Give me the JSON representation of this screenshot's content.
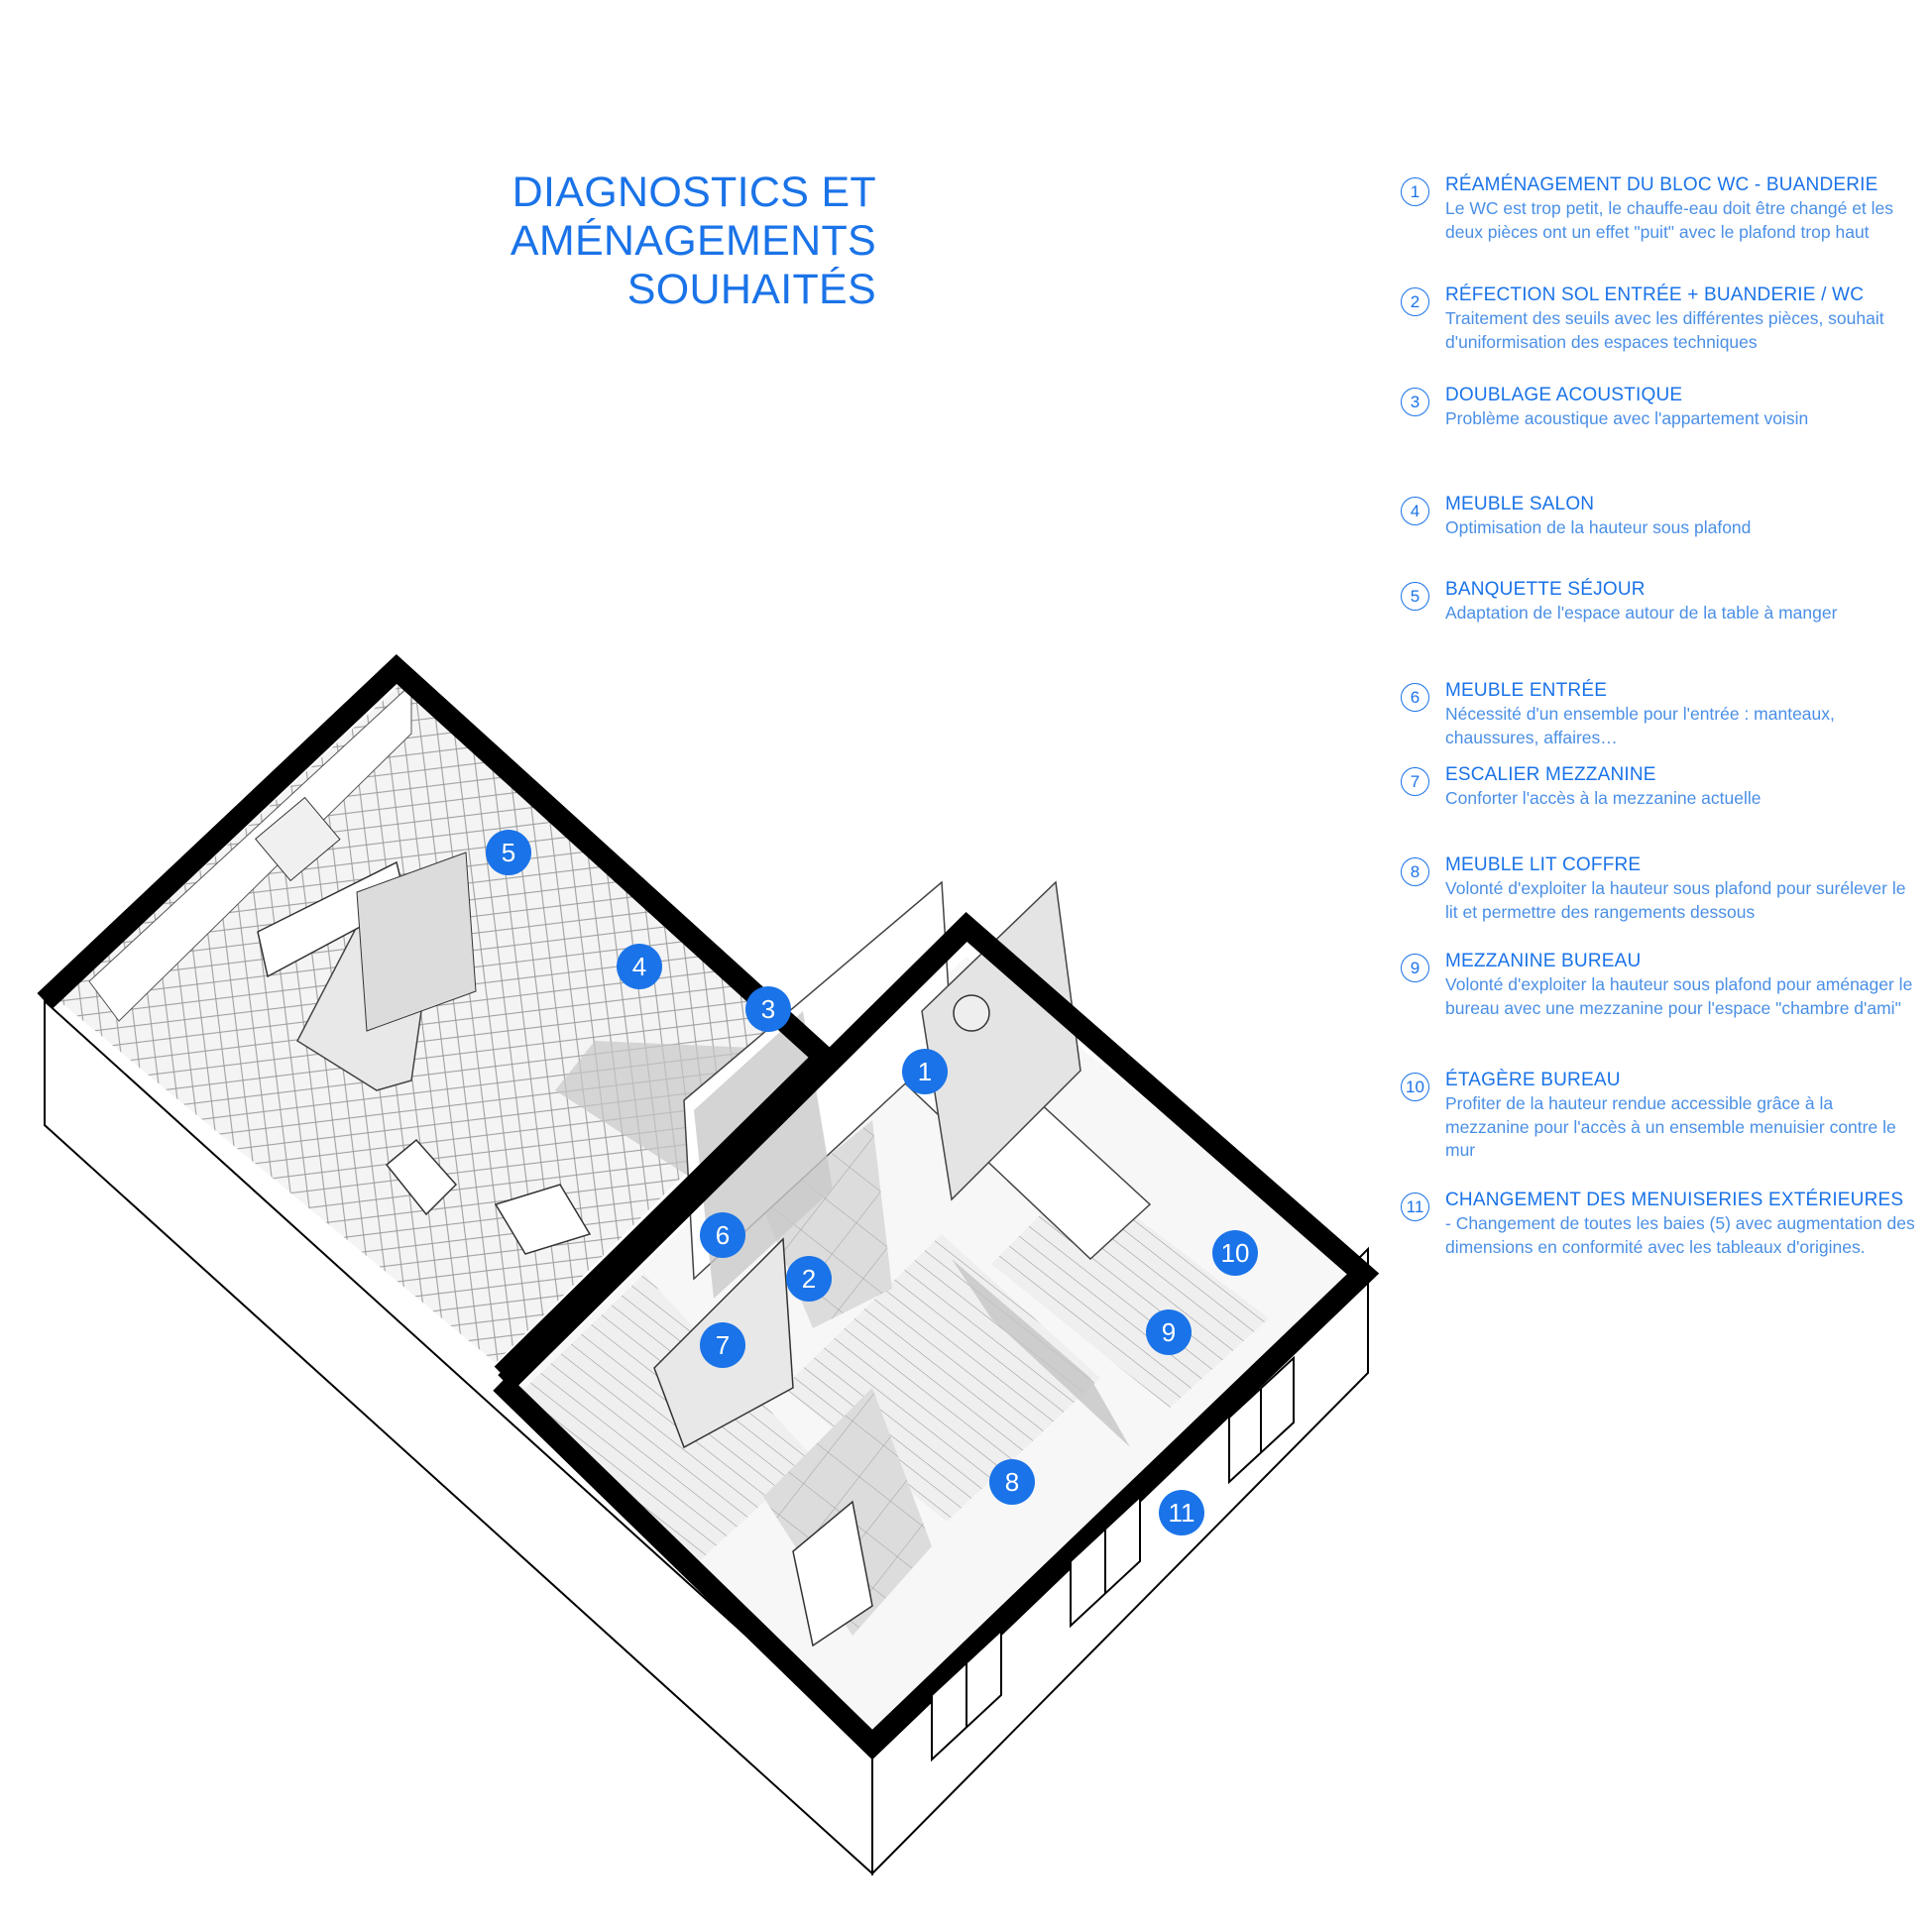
{
  "title": {
    "line1": "DIAGNOSTICS ET",
    "line2": "AMÉNAGEMENTS",
    "line3": "SOUHAITÉS"
  },
  "colors": {
    "accent": "#1a73e8",
    "walls": "#000000",
    "floor_shadow": "#bdbdbd"
  },
  "legend": [
    {
      "num": "1",
      "title": "RÉAMÉNAGEMENT DU BLOC WC - BUANDERIE",
      "desc": "Le WC est trop petit, le chauffe-eau doit être changé et les deux pièces ont un effet \"puit\" avec le plafond trop haut"
    },
    {
      "num": "2",
      "title": "RÉFECTION SOL ENTRÉE + BUANDERIE / WC",
      "desc": "Traitement des seuils avec les différentes pièces, souhait d'uniformisation des espaces techniques"
    },
    {
      "num": "3",
      "title": "DOUBLAGE ACOUSTIQUE",
      "desc": "Problème acoustique avec l'appartement voisin"
    },
    {
      "num": "4",
      "title": "MEUBLE SALON",
      "desc": "Optimisation de la hauteur sous plafond"
    },
    {
      "num": "5",
      "title": "BANQUETTE SÉJOUR",
      "desc": "Adaptation de l'espace autour de la table à manger"
    },
    {
      "num": "6",
      "title": "MEUBLE ENTRÉE",
      "desc": "Nécessité d'un ensemble pour l'entrée : manteaux, chaussures, affaires…"
    },
    {
      "num": "7",
      "title": "ESCALIER MEZZANINE",
      "desc": "Conforter l'accès à la mezzanine actuelle"
    },
    {
      "num": "8",
      "title": "MEUBLE LIT COFFRE",
      "desc": "Volonté d'exploiter la hauteur sous plafond pour surélever le lit et permettre des rangements dessous"
    },
    {
      "num": "9",
      "title": "MEZZANINE BUREAU",
      "desc": "Volonté d'exploiter la hauteur sous plafond pour aménager le bureau avec une mezzanine pour l'espace \"chambre d'ami\""
    },
    {
      "num": "10",
      "title": "ÉTAGÈRE BUREAU",
      "desc": "Profiter de la hauteur rendue accessible grâce à la mezzanine pour l'accès à un ensemble menuisier contre le mur"
    },
    {
      "num": "11",
      "title": "CHANGEMENT DES MENUISERIES EXTÉRIEURES",
      "desc": "- Changement de toutes les baies (5) avec augmentation des dimensions en conformité avec les tableaux d'origines."
    }
  ],
  "markers": [
    "1",
    "2",
    "3",
    "4",
    "5",
    "6",
    "7",
    "8",
    "9",
    "10",
    "11"
  ]
}
